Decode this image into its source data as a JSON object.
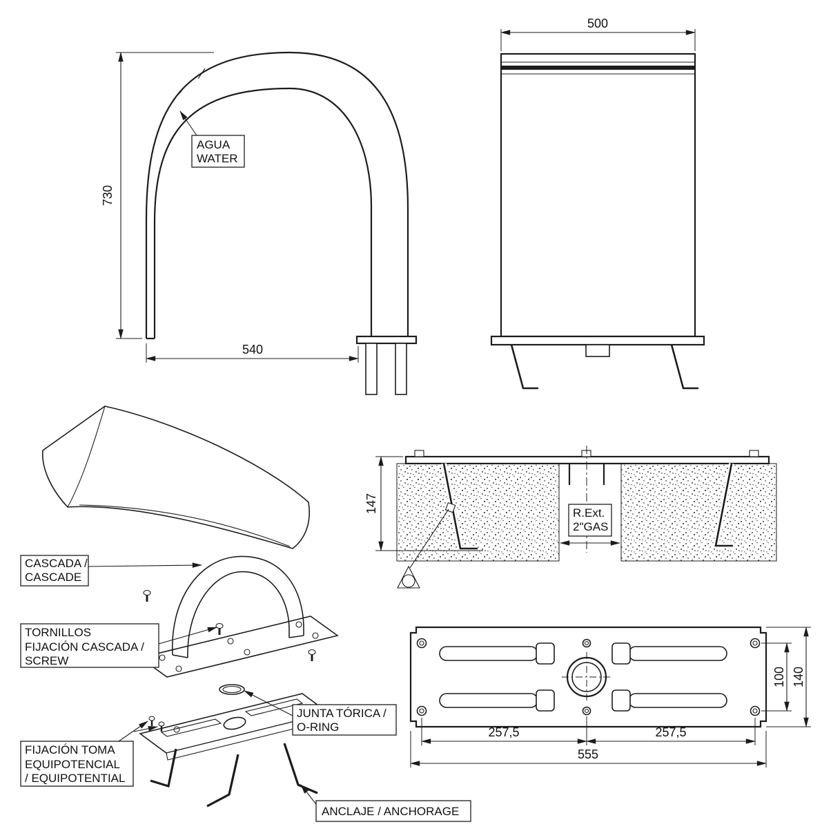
{
  "drawing": {
    "background": "#ffffff",
    "line_color": "#1c1c1c",
    "views": {
      "side_view": {
        "dim_height": "730",
        "dim_width": "540",
        "water_label": {
          "line1": "AGUA",
          "line2": "WATER"
        }
      },
      "front_view": {
        "dim_width": "500"
      },
      "section_view": {
        "dim_depth": "147",
        "thread_label": {
          "line1": "R.Ext.",
          "line2": "2\"GAS"
        }
      },
      "plate_view": {
        "dim_span_left": "257,5",
        "dim_span_right": "257,5",
        "dim_total": "555",
        "dim_hole_spacing": "100",
        "dim_height": "140"
      },
      "exploded_view": {
        "cascade_label": {
          "line1": "CASCADA /",
          "line2": "CASCADE"
        },
        "screw_label": {
          "line1": "TORNILLOS",
          "line2": "FIJACIÓN CASCADA /",
          "line3": "SCREW"
        },
        "oring_label": {
          "line1": "JUNTA TÓRICA /",
          "line2": "O-RING"
        },
        "equipotential_label": {
          "line1": "FIJACIÓN TOMA",
          "line2": "EQUIPOTENCIAL",
          "line3": "/ EQUIPOTENTIAL"
        },
        "anchorage_label": "ANCLAJE / ANCHORAGE"
      }
    }
  }
}
